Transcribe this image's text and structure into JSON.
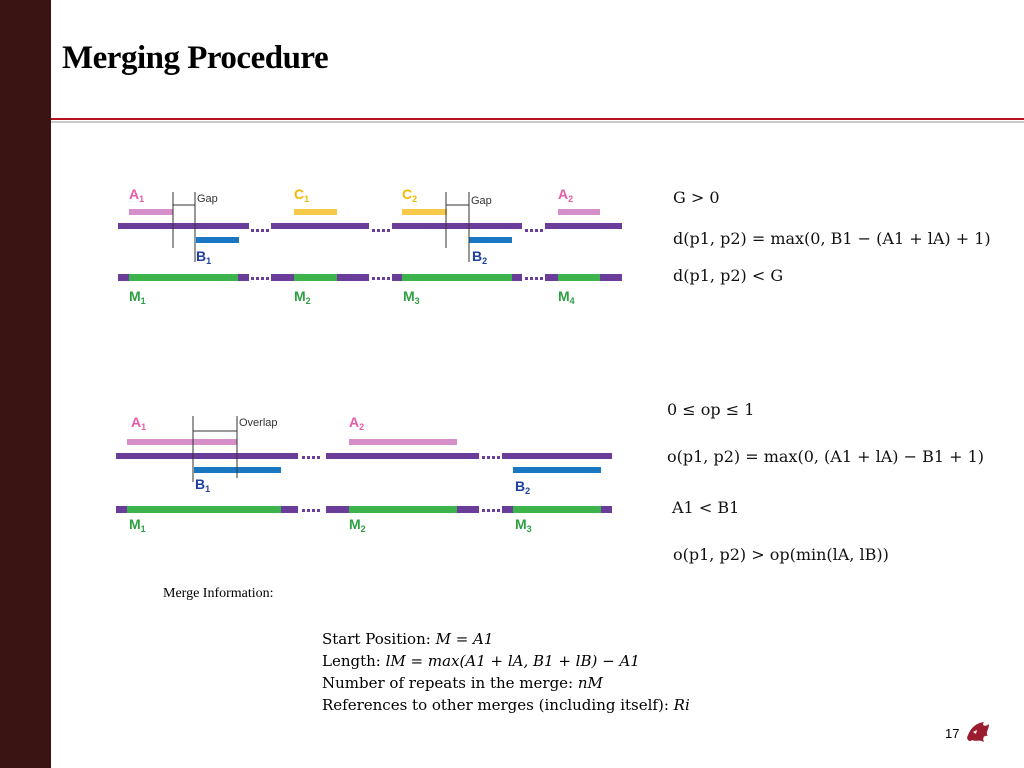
{
  "slide": {
    "title": "Merging Procedure",
    "page_number": "17"
  },
  "diagram1": {
    "labels": {
      "a1": "A",
      "a1_sub": "1",
      "c1": "C",
      "c1_sub": "1",
      "c2": "C",
      "c2_sub": "2",
      "a2": "A",
      "a2_sub": "2",
      "b1": "B",
      "b1_sub": "1",
      "b2": "B",
      "b2_sub": "2",
      "m1": "M",
      "m1_sub": "1",
      "m2": "M",
      "m2_sub": "2",
      "m3": "M",
      "m3_sub": "3",
      "m4": "M",
      "m4_sub": "4",
      "gap1": "Gap",
      "gap2": "Gap"
    },
    "equations": [
      "G > 0",
      "d(p1, p2) = max(0, B1 − (A1 + lA) + 1)",
      "d(p1, p2) < G"
    ]
  },
  "diagram2": {
    "labels": {
      "a1": "A",
      "a1_sub": "1",
      "a2": "A",
      "a2_sub": "2",
      "b1": "B",
      "b1_sub": "1",
      "b2": "B",
      "b2_sub": "2",
      "m1": "M",
      "m1_sub": "1",
      "m2": "M",
      "m2_sub": "2",
      "m3": "M",
      "m3_sub": "3",
      "overlap": "Overlap"
    },
    "equations": [
      "0 ≤ op ≤ 1",
      "o(p1, p2) = max(0, (A1 + lA) − B1 + 1)",
      "A1 < B1",
      "o(p1, p2) > op(min(lA, lB))"
    ]
  },
  "merge_info": {
    "caption": "Merge Information:",
    "items": [
      {
        "label": "Start Position: ",
        "formula": "M = A1"
      },
      {
        "label": "Length: ",
        "formula": "lM = max(A1 + lA, B1 + lB) − A1"
      },
      {
        "label": "Number of repeats in the merge: ",
        "formula": "nM"
      },
      {
        "label": "References to other merges (including itself): ",
        "formula": "Ri"
      }
    ]
  },
  "colors": {
    "purple": "#6a3d9a",
    "pink": "#d58fc9",
    "yellow": "#f7c948",
    "blue": "#1a78c2",
    "green": "#3cb44b",
    "label_pink": "#e75aa8",
    "label_yellow": "#f5b800",
    "label_blue": "#1f3f9c",
    "label_green": "#2ea043",
    "sidebar": "#3a1313",
    "accent_red": "#b5121b"
  }
}
